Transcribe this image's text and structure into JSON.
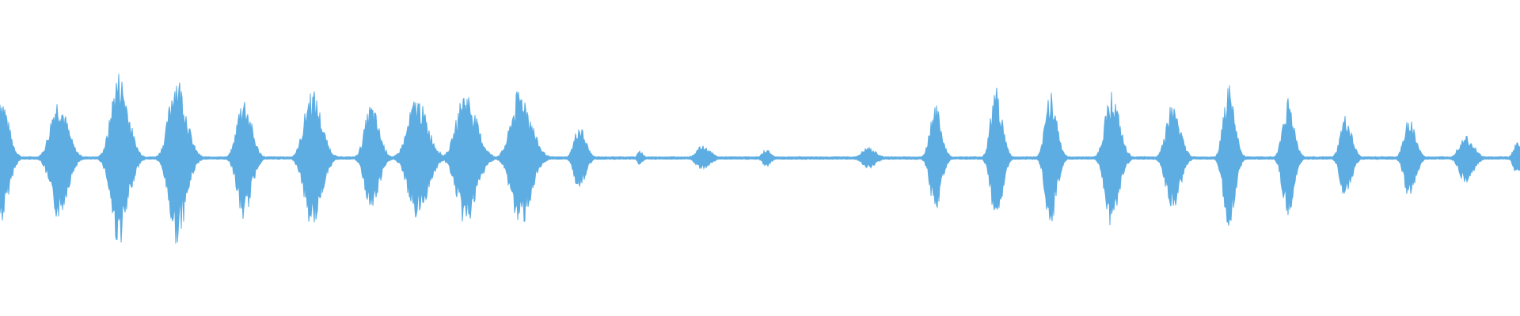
{
  "waveform": {
    "color": "#5dade2",
    "background": "#ffffff",
    "note": "",
    "bursts": [
      {
        "t": 0.0,
        "w": 0.01,
        "a": 0.78
      },
      {
        "t": 0.038,
        "w": 0.012,
        "a": 0.7
      },
      {
        "t": 0.078,
        "w": 0.012,
        "a": 1.0
      },
      {
        "t": 0.116,
        "w": 0.012,
        "a": 0.98
      },
      {
        "t": 0.16,
        "w": 0.01,
        "a": 0.72
      },
      {
        "t": 0.205,
        "w": 0.012,
        "a": 0.8
      },
      {
        "t": 0.244,
        "w": 0.01,
        "a": 0.62
      },
      {
        "t": 0.274,
        "w": 0.014,
        "a": 0.7
      },
      {
        "t": 0.306,
        "w": 0.014,
        "a": 0.78
      },
      {
        "t": 0.342,
        "w": 0.014,
        "a": 0.8
      },
      {
        "t": 0.381,
        "w": 0.008,
        "a": 0.38
      },
      {
        "t": 0.421,
        "w": 0.004,
        "a": 0.08
      },
      {
        "t": 0.462,
        "w": 0.01,
        "a": 0.14
      },
      {
        "t": 0.504,
        "w": 0.006,
        "a": 0.1
      },
      {
        "t": 0.571,
        "w": 0.01,
        "a": 0.12
      },
      {
        "t": 0.615,
        "w": 0.008,
        "a": 0.62
      },
      {
        "t": 0.655,
        "w": 0.008,
        "a": 0.82
      },
      {
        "t": 0.691,
        "w": 0.008,
        "a": 0.8
      },
      {
        "t": 0.731,
        "w": 0.01,
        "a": 0.78
      },
      {
        "t": 0.771,
        "w": 0.01,
        "a": 0.62
      },
      {
        "t": 0.808,
        "w": 0.008,
        "a": 0.85
      },
      {
        "t": 0.847,
        "w": 0.008,
        "a": 0.7
      },
      {
        "t": 0.885,
        "w": 0.008,
        "a": 0.48
      },
      {
        "t": 0.927,
        "w": 0.008,
        "a": 0.47
      },
      {
        "t": 0.964,
        "w": 0.01,
        "a": 0.28
      },
      {
        "t": 0.998,
        "w": 0.006,
        "a": 0.18
      }
    ]
  }
}
